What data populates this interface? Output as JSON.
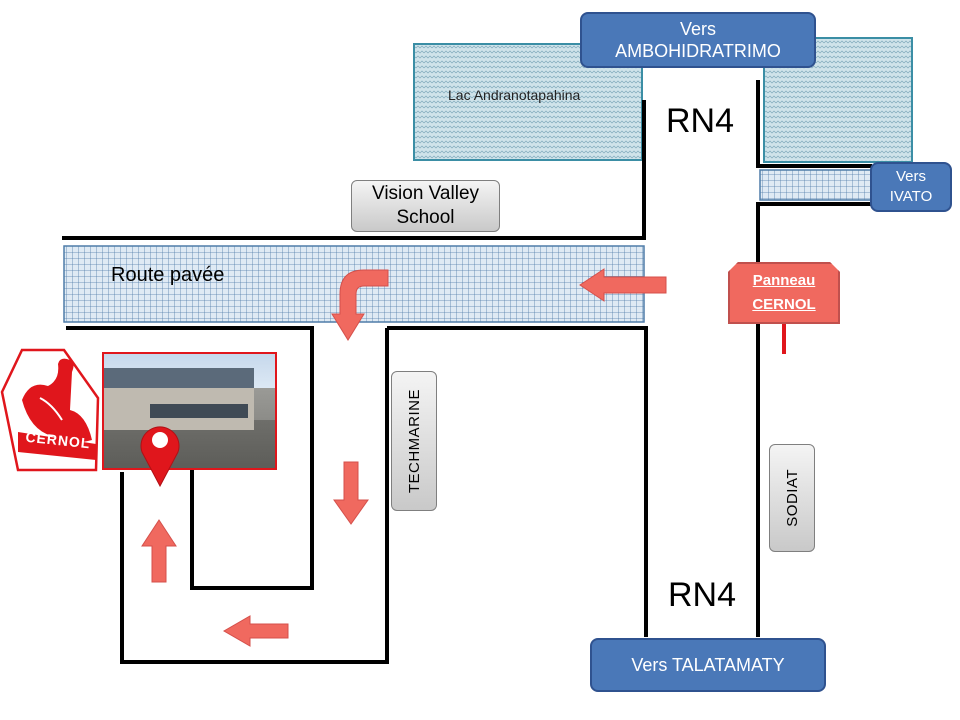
{
  "map": {
    "directions": {
      "north": [
        "Vers",
        "AMBOHIDRATRIMO"
      ],
      "east": [
        "Vers",
        "IVATO"
      ],
      "south": "Vers TALATAMATY"
    },
    "lake_label": "Lac Andranotapahina",
    "road_rn4_north": "RN4",
    "road_rn4_south": "RN4",
    "paved_road_label": "Route pavée",
    "landmarks": {
      "school": [
        "Vision Valley",
        "School"
      ],
      "techmarine": "TECHMARINE",
      "sodiat": "SODIAT"
    },
    "sign": [
      "Panneau",
      "CERNOL"
    ],
    "logo_text": "CERNOL",
    "colors": {
      "direction_box": "#4a78b8",
      "arrow": "#f0695f",
      "sign": "#f0695f",
      "road_line": "#000000",
      "lake_fill": "#cfe3ea",
      "grid_fill": "#dfeaf4",
      "marker": "#e0161c"
    },
    "icons": [
      "location-pin-icon",
      "cernol-logo-icon",
      "route-arrow-icon",
      "building-photo"
    ]
  }
}
